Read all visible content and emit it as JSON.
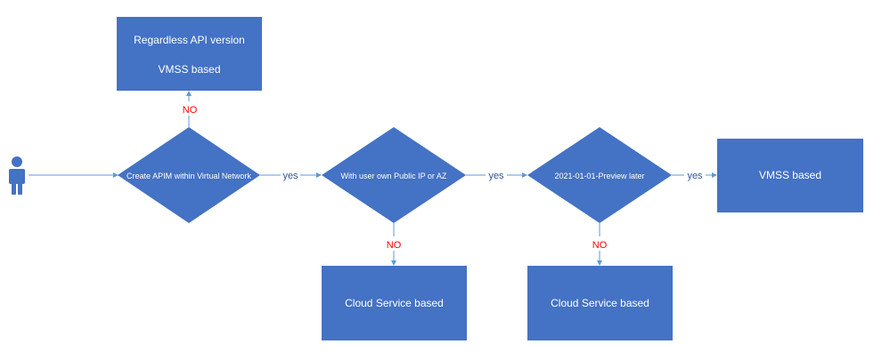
{
  "colors": {
    "node_fill": "#4472C4",
    "edge_stroke": "#5B9BD5",
    "label_yes": "#2F5597",
    "label_no": "#FF0000",
    "text": "#FFFFFF"
  },
  "icons": {
    "start": "person-icon"
  },
  "nodes": {
    "top_box": {
      "line1": "Regardless API version",
      "line2": "VMSS based"
    },
    "decision_vnet": {
      "label": "Create APIM within Virtual Network"
    },
    "decision_ip_az": {
      "label": "With user own Public IP or AZ"
    },
    "decision_api_version": {
      "label": "2021-01-01-Preview later"
    },
    "box_vmss": {
      "label": "VMSS based"
    },
    "box_cloud_1": {
      "label": "Cloud Service based"
    },
    "box_cloud_2": {
      "label": "Cloud Service based"
    }
  },
  "edges": {
    "vnet_no": "NO",
    "vnet_yes": "yes",
    "ip_az_yes": "yes",
    "ip_az_no": "NO",
    "api_version_yes": "yes",
    "api_version_no": "NO"
  }
}
